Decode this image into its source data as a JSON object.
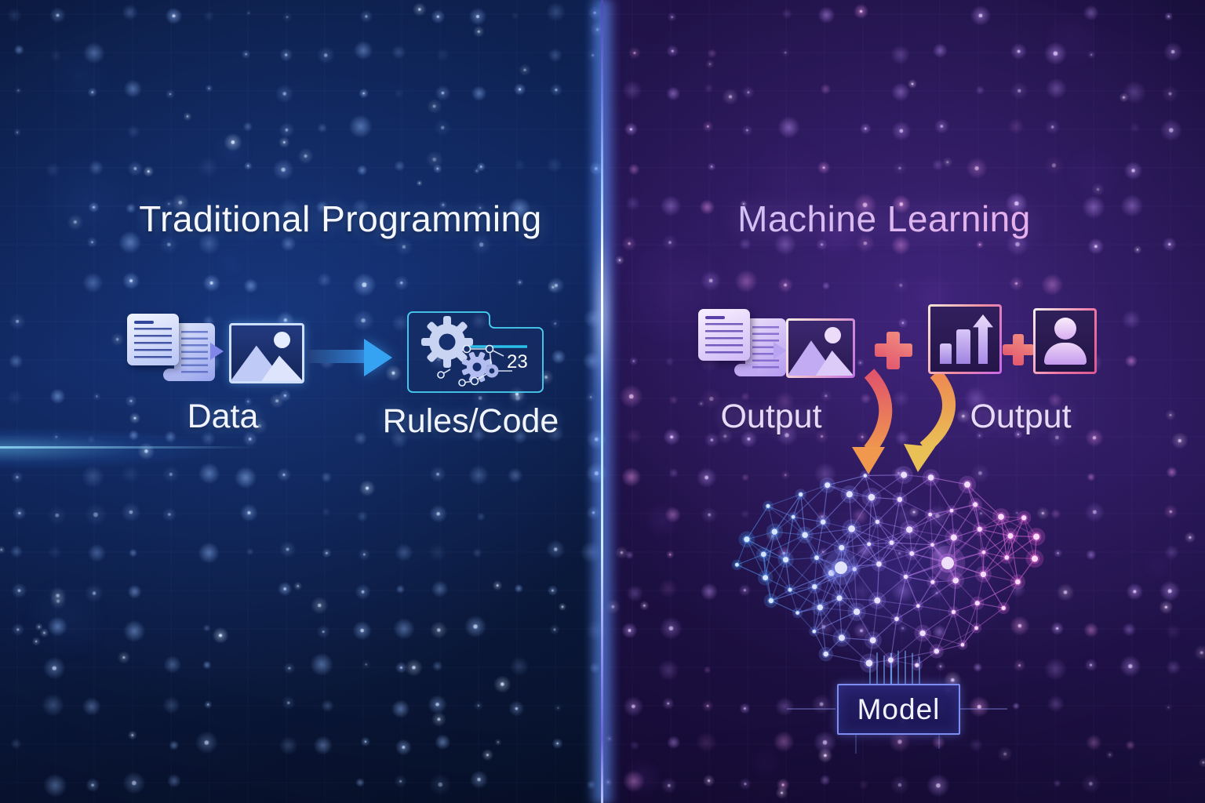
{
  "left": {
    "title": "Traditional Programming",
    "data_label": "Data",
    "rules_label": "Rules/Code",
    "folder_badge": "23",
    "icons": [
      "documents-icon",
      "image-icon",
      "arrow-right-icon",
      "rules-folder-icon"
    ]
  },
  "right": {
    "title": "Machine Learning",
    "output_label_left": "Output",
    "output_label_right": "Output",
    "model_label": "Model",
    "icons": [
      "documents-icon",
      "image-icon",
      "plus-icon",
      "bar-chart-icon",
      "plus-icon",
      "person-icon",
      "brain-network-icon"
    ]
  },
  "colors": {
    "divider": "#9fd4ff",
    "left_accent": "#38a2f2",
    "right_accent": "#cf7df0",
    "arrow_red": "#e0546c",
    "arrow_gold": "#e9c056",
    "brain_left": "#4aa2ff",
    "brain_right": "#ff66e0"
  }
}
